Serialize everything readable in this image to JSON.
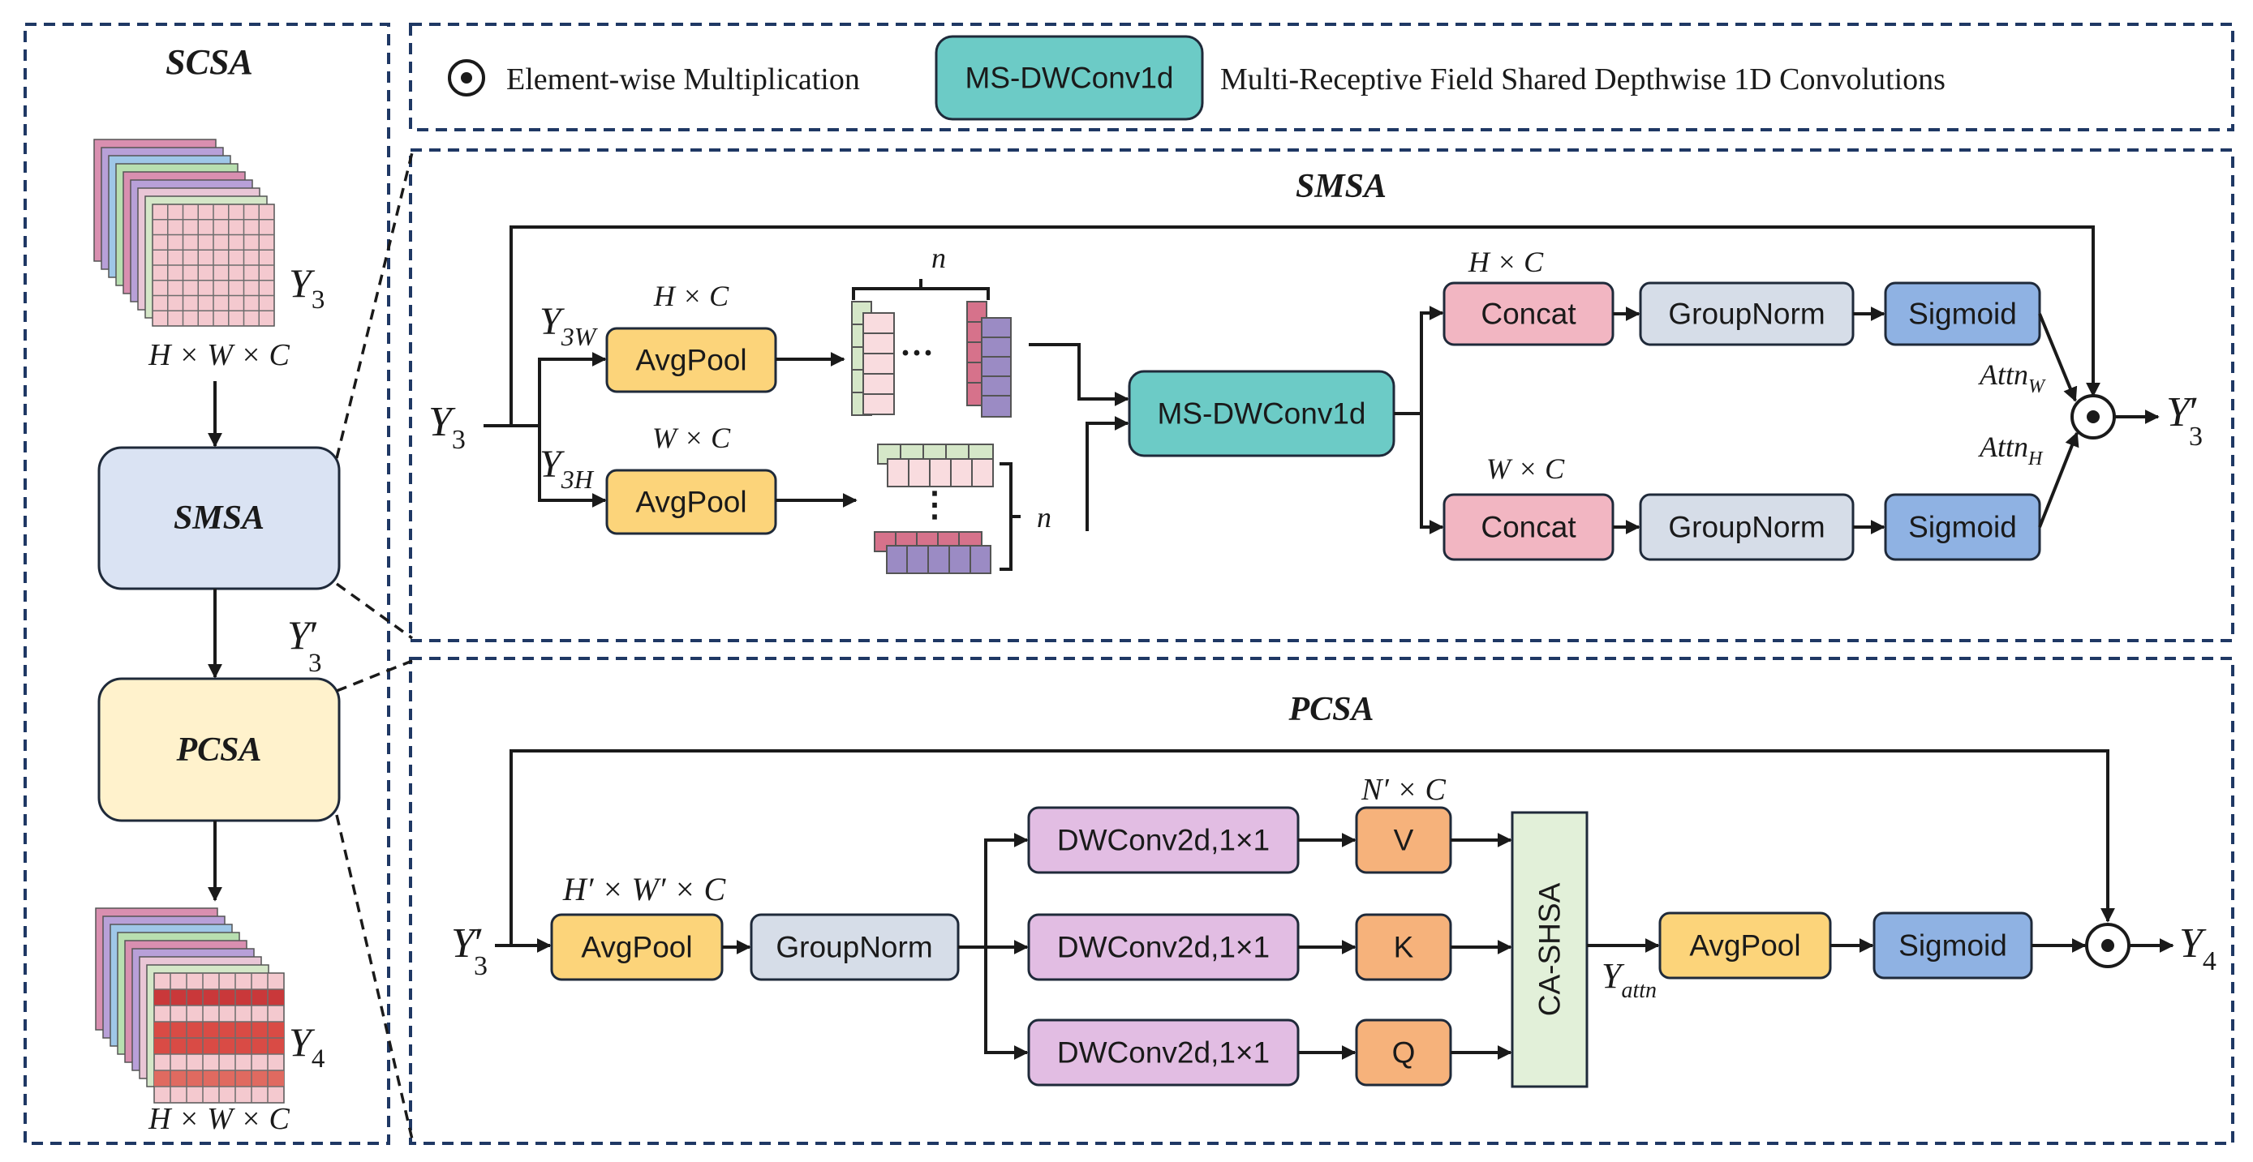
{
  "legend": {
    "dot_text": "Element-wise Multiplication",
    "conv_box": "MS-DWConv1d",
    "conv_text": "Multi-Receptive Field Shared Depthwise 1D Convolutions"
  },
  "scsa": {
    "title": "SCSA",
    "input_label": "Y",
    "input_sub": "3",
    "input_dims": "H × W × C",
    "smsa_box": "SMSA",
    "mid_label": "Y",
    "mid_sub": "3",
    "mid_prime": "′",
    "pcsa_box": "PCSA",
    "output_label": "Y",
    "output_sub": "4",
    "output_dims": "H × W × C"
  },
  "smsa": {
    "title": "SMSA",
    "input": "Y",
    "input_sub": "3",
    "branch_w": "Y",
    "branch_w_sub": "3W",
    "branch_h": "Y",
    "branch_h_sub": "3H",
    "dim_hc": "H × C",
    "dim_wc": "W × C",
    "avgpool": "AvgPool",
    "n": "n",
    "ellipsis_h": "···",
    "ellipsis_v": "⋮",
    "conv": "MS-DWConv1d",
    "concat": "Concat",
    "groupnorm": "GroupNorm",
    "sigmoid": "Sigmoid",
    "attn_w": "Attn",
    "attn_w_sub": "W",
    "attn_h": "Attn",
    "attn_h_sub": "H",
    "output": "Y",
    "output_sub": "3",
    "output_prime": "′"
  },
  "pcsa": {
    "title": "PCSA",
    "input": "Y",
    "input_sub": "3",
    "input_prime": "′",
    "dim_in": "H′ × W′ × C",
    "avgpool": "AvgPool",
    "groupnorm": "GroupNorm",
    "dwconv": "DWConv2d,1×1",
    "dim_n": "N′ × C",
    "v": "V",
    "k": "K",
    "q": "Q",
    "cashsa": "CA-SHSA",
    "attn_label": "Y",
    "attn_sub": "attn",
    "sigmoid": "Sigmoid",
    "output": "Y",
    "output_sub": "4"
  },
  "colors": {
    "frame": "#1f3864",
    "avgpool": "#fcd47a",
    "concat": "#f2b6c2",
    "groupnorm": "#d6dde8",
    "sigmoid": "#8fb2e3",
    "conv1d": "#6ccbc6",
    "dwconv2d": "#e2bde3",
    "qkv": "#f6b27b",
    "cashsa": "#e2f0d9"
  }
}
